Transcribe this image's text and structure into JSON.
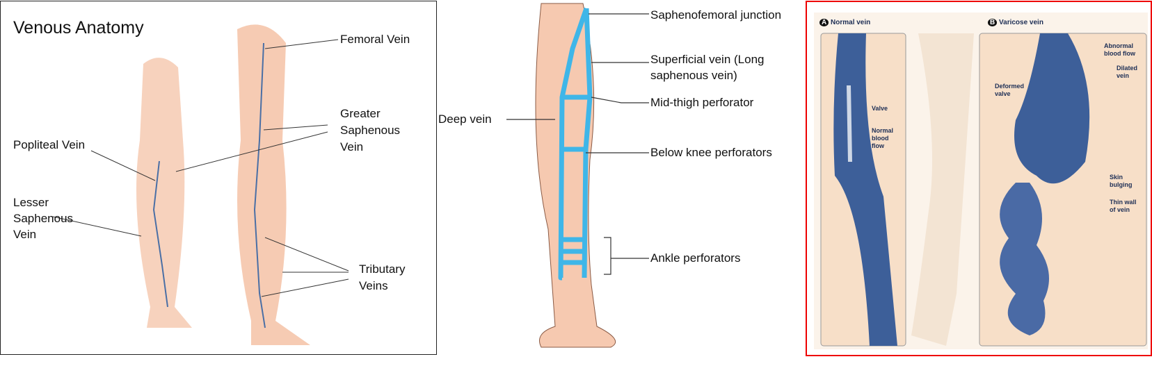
{
  "panel1": {
    "title": "Venous Anatomy",
    "labels": {
      "femoral": "Femoral Vein",
      "greater": [
        "Greater",
        "Saphenous",
        "Vein"
      ],
      "popliteal": "Popliteal Vein",
      "lesser": [
        "Lesser",
        "Saphenous",
        "Vein"
      ],
      "tributary": [
        "Tributary",
        "Veins"
      ]
    }
  },
  "panel2": {
    "labels": {
      "sfj": "Saphenofemoral junction",
      "superficial1": "Superficial vein (Long",
      "superficial2": "saphenous vein)",
      "midthigh": "Mid-thigh perforator",
      "deep": "Deep vein",
      "belowknee": "Below knee perforators",
      "ankle": "Ankle perforators"
    }
  },
  "panel3": {
    "a_badge": "A",
    "a_title": "Normal vein",
    "b_badge": "B",
    "b_title": "Varicose vein",
    "labels": {
      "valve": "Valve",
      "normal_flow": [
        "Normal",
        "blood",
        "flow"
      ],
      "abnormal": [
        "Abnormal",
        "blood flow"
      ],
      "dilated": [
        "Dilated",
        "vein"
      ],
      "deformed": [
        "Deformed",
        "valve"
      ],
      "skin": [
        "Skin",
        "bulging"
      ],
      "thin": [
        "Thin wall",
        "of vein"
      ]
    }
  },
  "colors": {
    "skin": "#f6cdb5",
    "vein": "#4a6fa5",
    "diagram_vein": "#3fb6e8",
    "varicose": "#3d5f99",
    "border_red": "#e00000"
  }
}
